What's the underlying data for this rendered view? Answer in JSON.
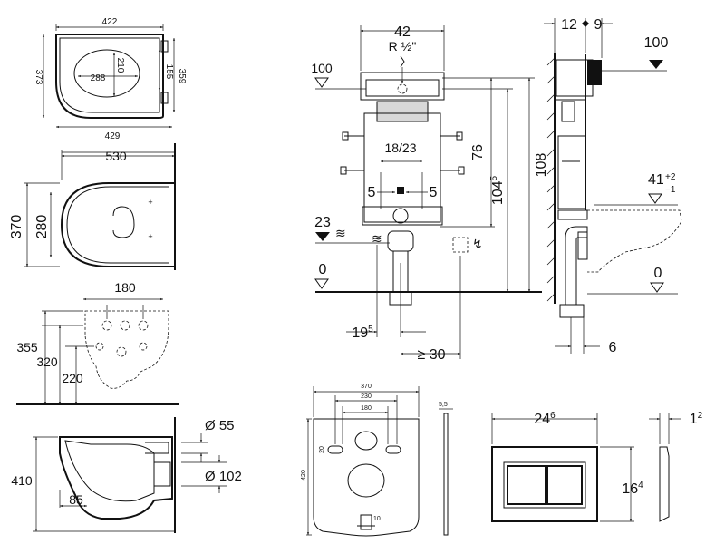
{
  "seat": {
    "width_top": "422",
    "width_bottom": "429",
    "depth_outer": "373",
    "depth_right": "359",
    "inner_width": "288",
    "inner_depth": "210",
    "inner_right": "155"
  },
  "bowl_top": {
    "length": "530",
    "width": "370",
    "inner": "280"
  },
  "back_view": {
    "hole_spacing": "180",
    "height_total": "355",
    "height_mid": "320",
    "height_low": "220"
  },
  "side_view": {
    "height": "410",
    "outlet_offset": "85",
    "pipe_small": "Ø 55",
    "pipe_large": "Ø 102"
  },
  "frame_front": {
    "width": "42",
    "thread": "R ½\"",
    "level_top": "100",
    "flush_range": "18/23",
    "offset_left": "5",
    "offset_right": "5",
    "level_low": "23",
    "level_zero": "0",
    "height_76": "76",
    "height_104_main": "104",
    "height_104_sup": "5",
    "height_108": "108",
    "bottom_19_main": "19",
    "bottom_19_sup": "5",
    "min_distance": "≥ 30"
  },
  "frame_side": {
    "depth_12": "12",
    "depth_9": "9",
    "level_top": "100",
    "height_41": "41",
    "tol_plus": "+2",
    "tol_minus": "−1",
    "level_zero": "0",
    "offset_6": "6"
  },
  "insulation_plate": {
    "width": "370",
    "hole_230": "230",
    "hole_180": "180",
    "height": "420",
    "slot": "20",
    "foot": "10",
    "thickness": "5,5"
  },
  "flush_plate": {
    "width_main": "24",
    "width_sup": "6",
    "height_main": "16",
    "height_sup": "4",
    "depth_main": "1",
    "depth_sup": "2"
  }
}
